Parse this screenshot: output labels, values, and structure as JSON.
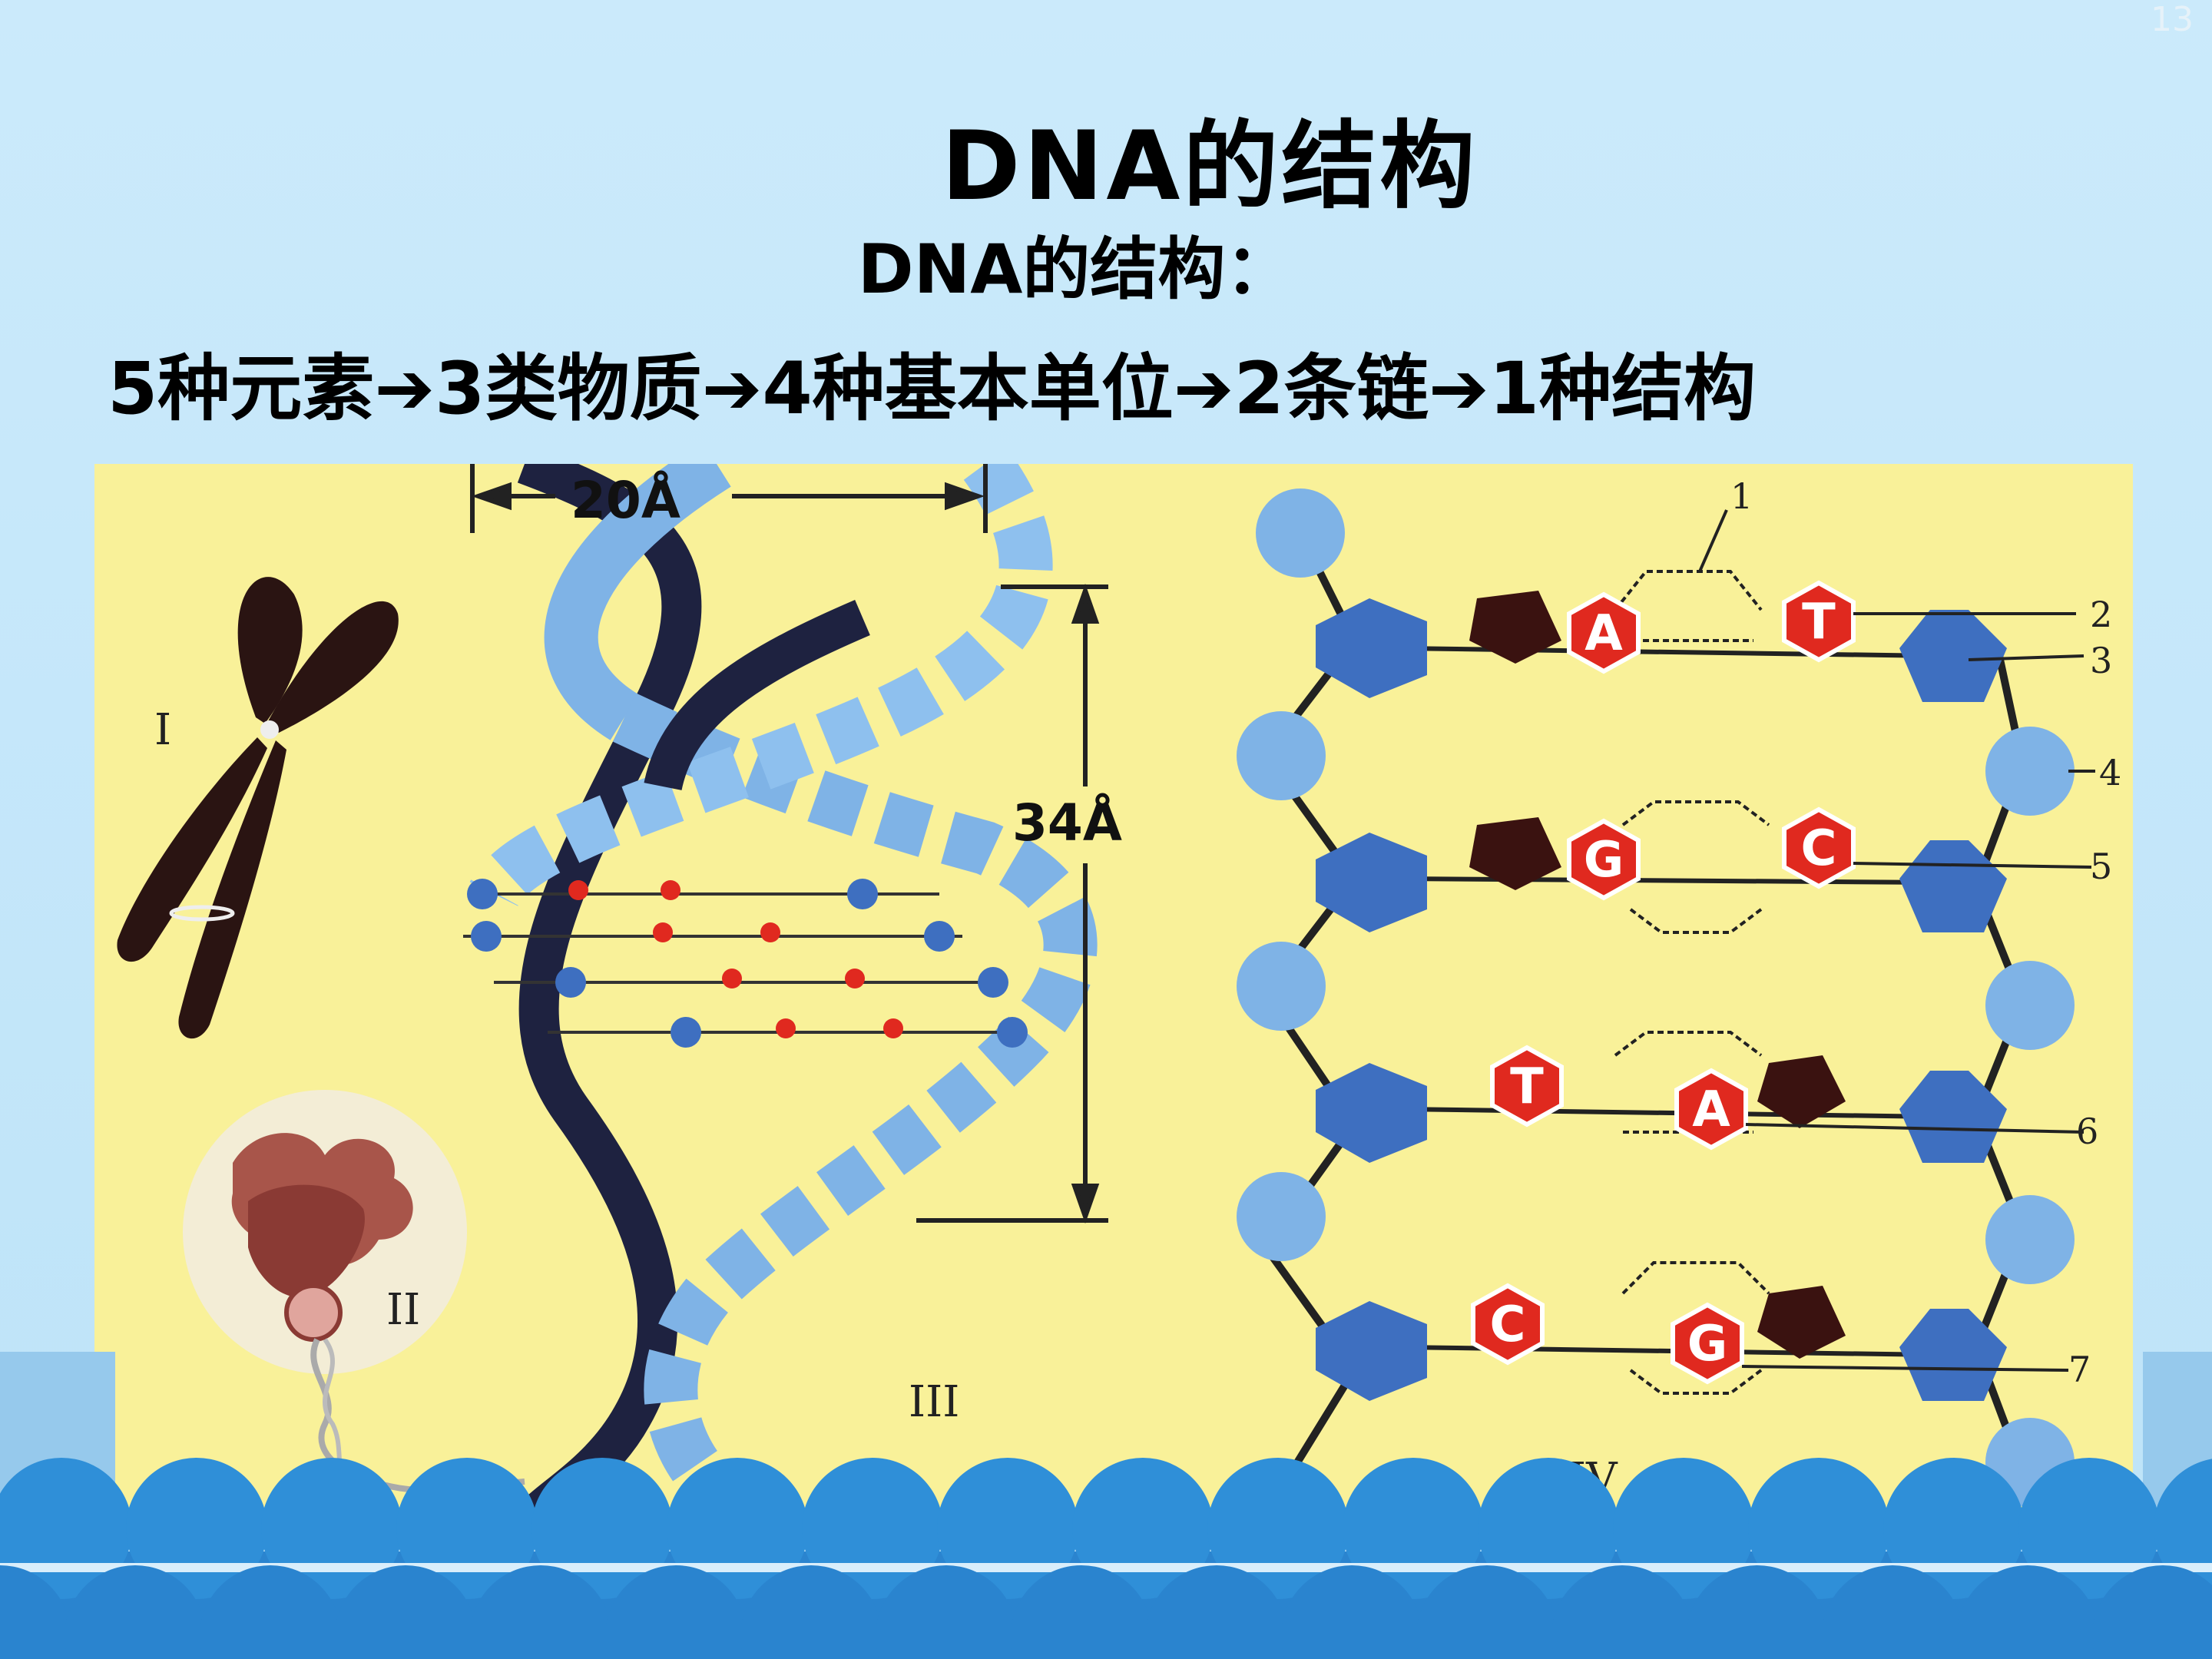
{
  "slide": {
    "page_number": "13",
    "title": "DNA的结构",
    "subtitle": "DNA的结构：",
    "chain": "5种元素➔3类物质➔4种基本单位➔2条链➔1种结构"
  },
  "figure": {
    "roman_labels": [
      "I",
      "II",
      "III",
      "IV"
    ],
    "width_label": "20Å",
    "pitch_label": "34Å",
    "pairs": [
      {
        "left": "A",
        "right": "T"
      },
      {
        "left": "G",
        "right": "C"
      },
      {
        "left": "T",
        "right": "A"
      },
      {
        "left": "C",
        "right": "G"
      }
    ],
    "callouts": [
      "1",
      "2",
      "3",
      "4",
      "5",
      "6",
      "7"
    ]
  },
  "colors": {
    "background": "#c5e8fa",
    "figure_bg": "#f9f199",
    "phosphate": "#7fb3e6",
    "sugar": "#3e6fc0",
    "base_red": "#e0291f",
    "base_dark": "#3a1210",
    "wave_blue": "#2f8fd8"
  }
}
